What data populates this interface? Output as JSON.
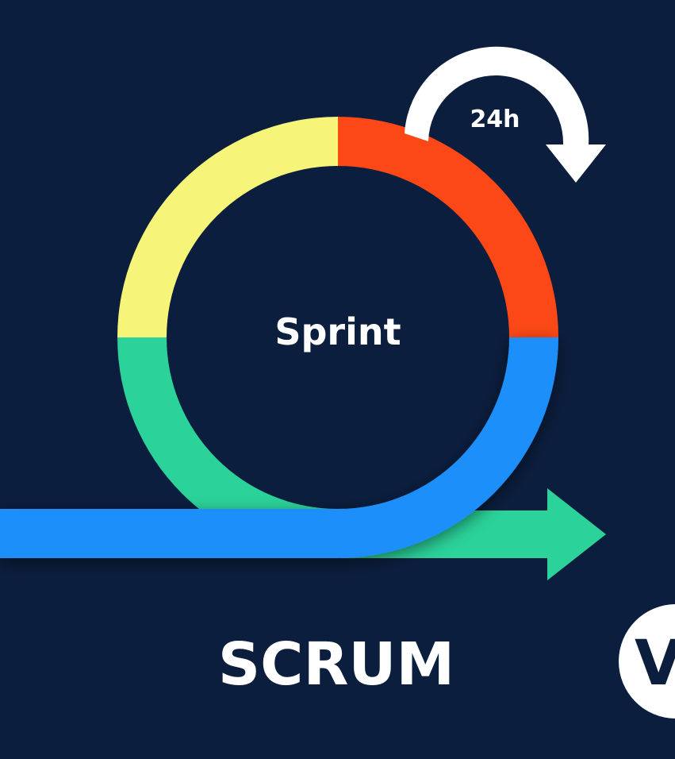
{
  "diagram": {
    "center_label": "Sprint",
    "daily_cycle_label": "24h",
    "title": "SCRUM",
    "badge_letter": "V"
  },
  "colors": {
    "background": "#0b1e3d",
    "ring_top_left": "#f7f47a",
    "ring_top_right": "#fb4816",
    "ring_bottom_left": "#2bd299",
    "ring_bottom_right": "#1e8ffb",
    "arrow_blue": "#1e8ffb",
    "arrow_green": "#2bd299",
    "white": "#ffffff"
  }
}
